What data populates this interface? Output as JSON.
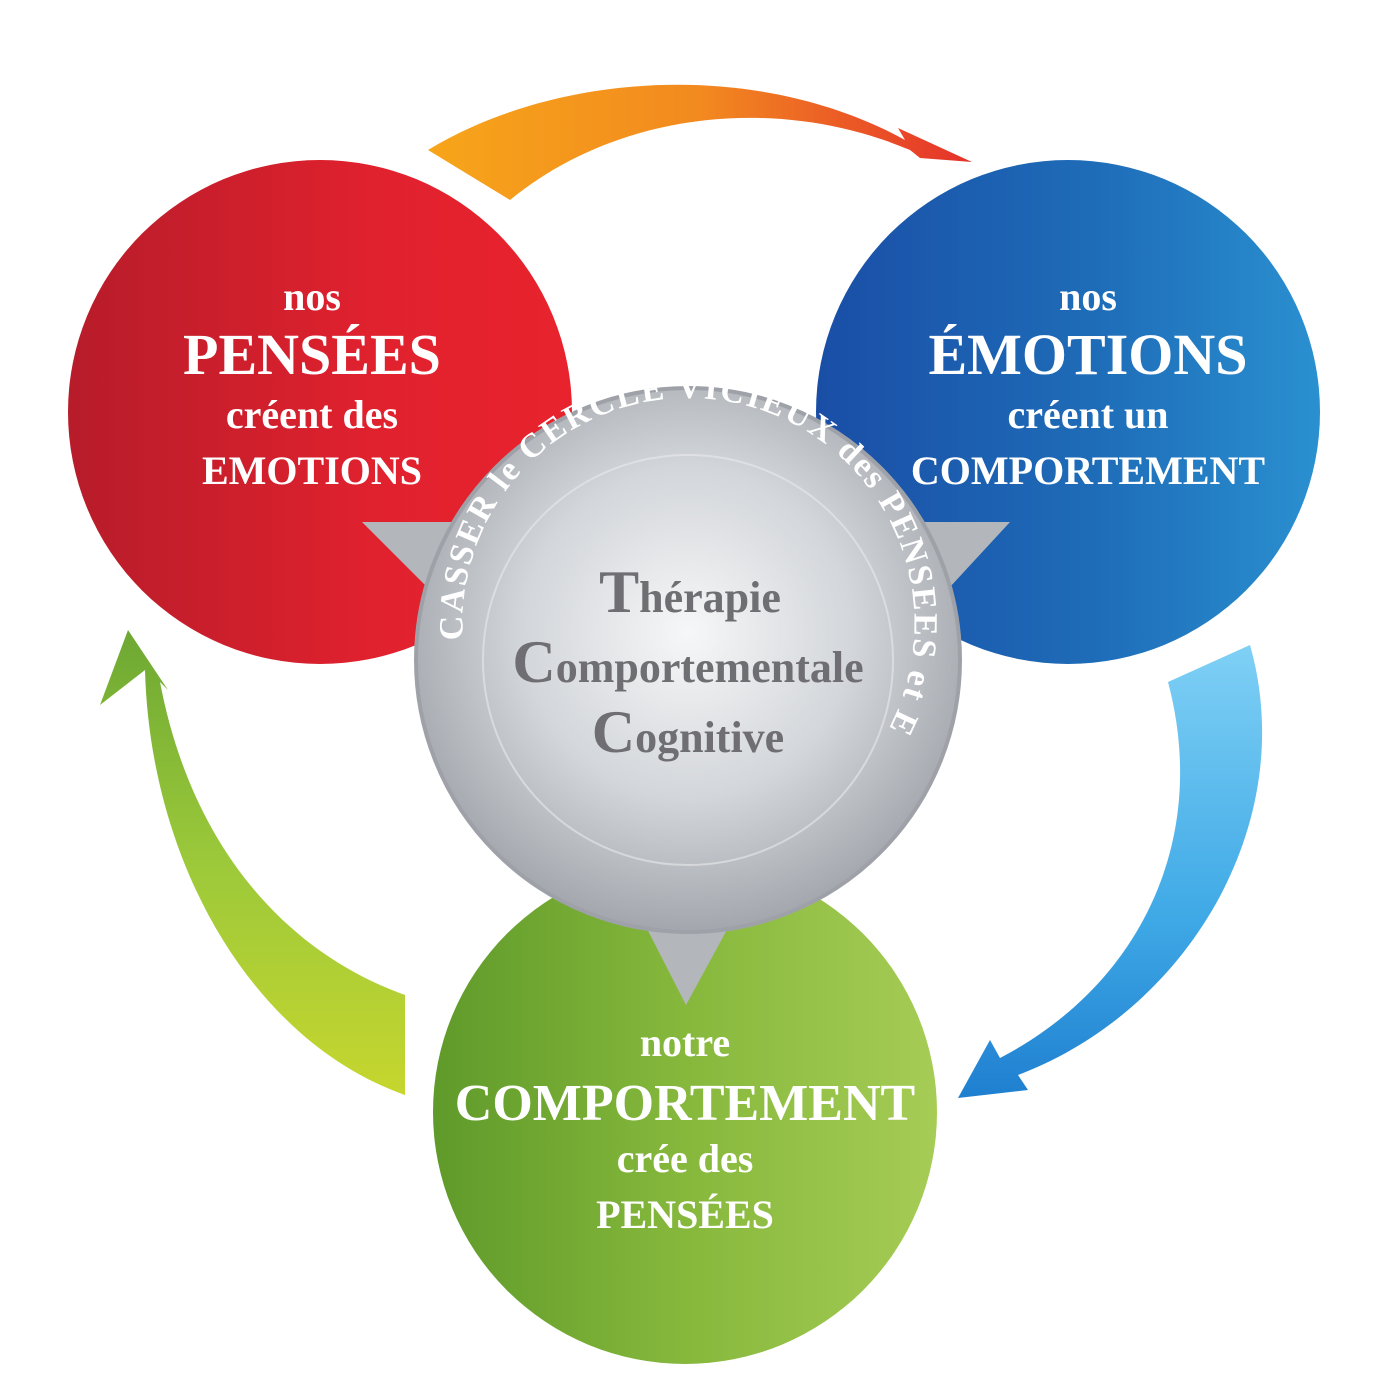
{
  "nodes": {
    "pensees": {
      "line1": "nos",
      "title": "PENSÉES",
      "line3": "créent des",
      "line4": "EMOTIONS"
    },
    "emotions": {
      "line1": "nos",
      "title": "ÉMOTIONS",
      "line3": "créent un",
      "line4": "COMPORTEMENT"
    },
    "comportement": {
      "line1": "notre",
      "title": "COMPORTEMENT",
      "line3": "crée des",
      "line4": "PENSÉES"
    }
  },
  "center": {
    "line1_initial": "T",
    "line1_rest": "hérapie",
    "line2_initial": "C",
    "line2_rest": "omportementale",
    "line3_initial": "C",
    "line3_rest": "ognitive",
    "ring_text": "CASSER le CERCLE VICIEUX des PENSEES et EMOTIONS Négatives"
  },
  "colors": {
    "red": "#e0212e",
    "blue": "#1f6fba",
    "green": "#8cbd3f",
    "silver": "#c5c8cd",
    "arrow_top": "#f39a1e",
    "arrow_right": "#4ab6ea",
    "arrow_left": "#9bc93b"
  }
}
